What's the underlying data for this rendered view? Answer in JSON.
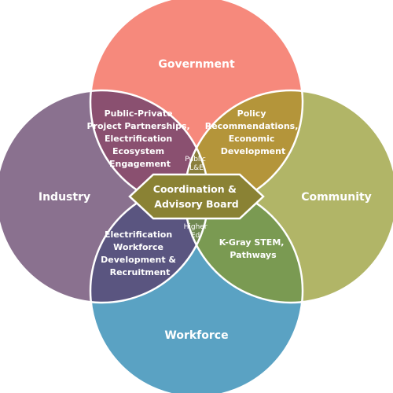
{
  "diagram": {
    "circles": {
      "government": {
        "label": "Government",
        "color": "#f6897c"
      },
      "industry": {
        "label": "Industry",
        "color": "#8a718f"
      },
      "community": {
        "label": "Community",
        "color": "#b1b567"
      },
      "workforce": {
        "label": "Workforce",
        "color": "#5aa2c3"
      }
    },
    "overlaps": {
      "government_industry": {
        "lines": [
          "Public-Private",
          "Project Partnerships,",
          "Electrification",
          "Ecosystem",
          "Engagement"
        ],
        "color": "#8a5070"
      },
      "government_community": {
        "lines": [
          "Policy",
          "Recommendations,",
          "Economic",
          "Development"
        ],
        "color": "#b4953a"
      },
      "industry_workforce": {
        "lines": [
          "Electrification",
          "Workforce",
          "Development &",
          "Recruitment"
        ],
        "color": "#5a5580"
      },
      "community_workforce": {
        "lines": [
          "K-Gray STEM,",
          "Pathways"
        ],
        "color": "#7a9a52"
      },
      "top_center": {
        "lines": [
          "Public",
          "L&E"
        ],
        "color": "#8a7f3c"
      },
      "bottom_center": {
        "lines": [
          "Higher",
          "Ed."
        ],
        "color": "#6f8750"
      }
    },
    "center": {
      "lines": [
        "Coordination &",
        "Advisory Board"
      ],
      "color": "#8a8234"
    }
  }
}
